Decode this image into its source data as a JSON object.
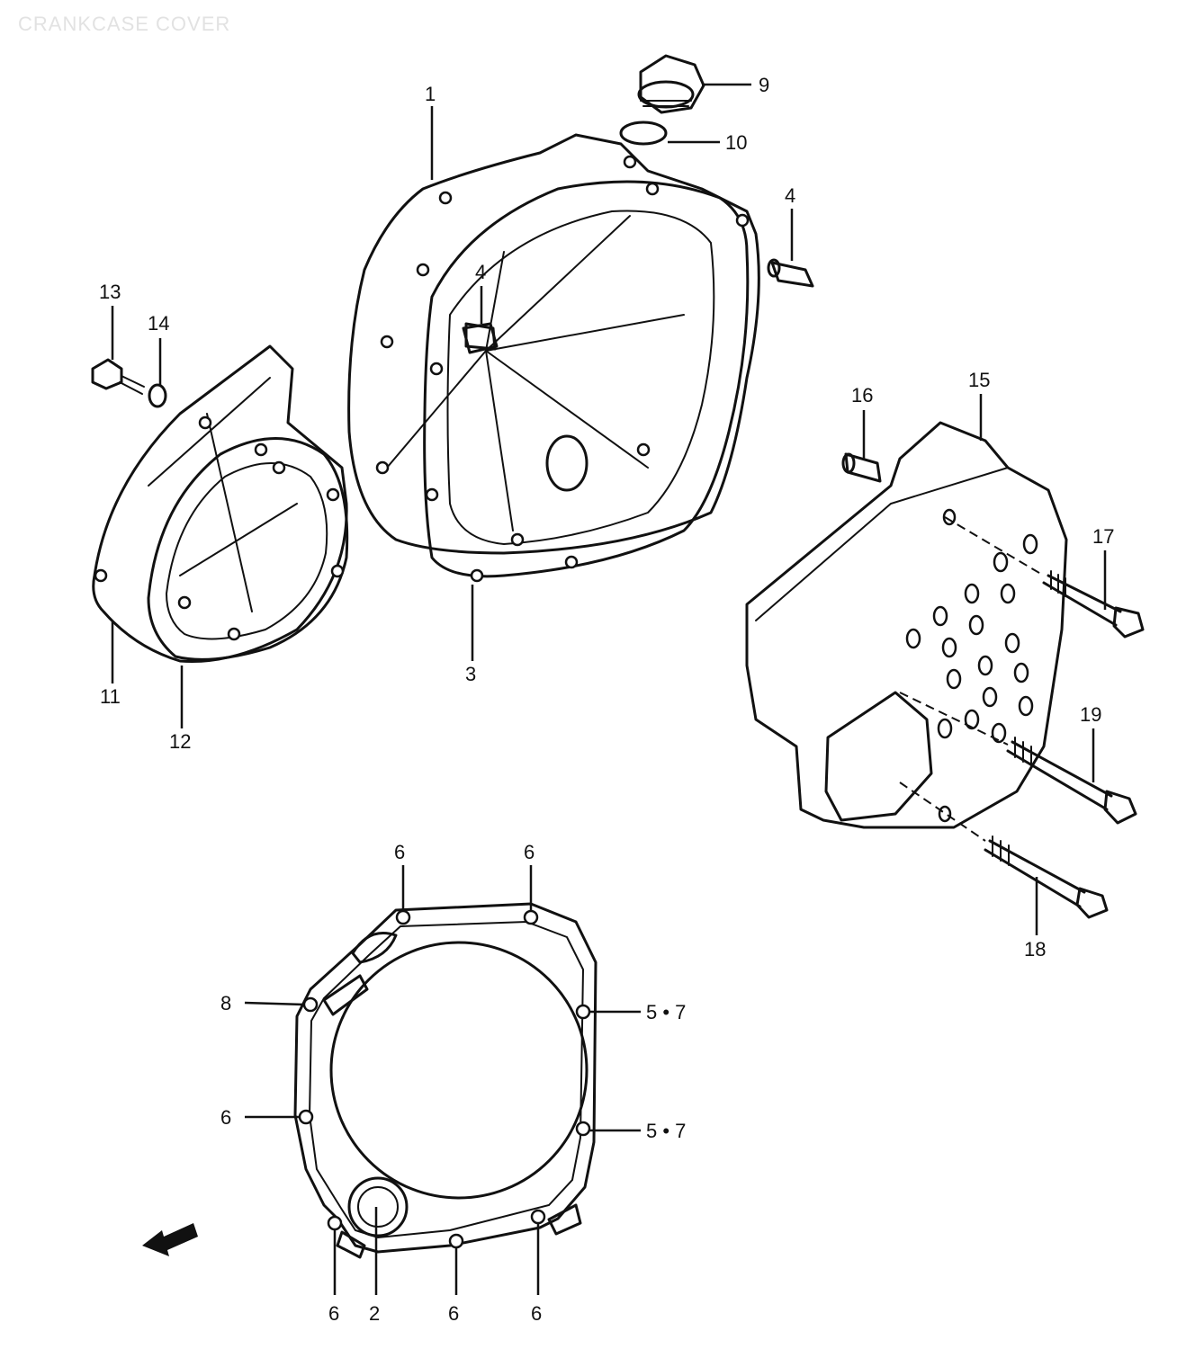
{
  "title": "CRANKCASE COVER",
  "callouts": [
    {
      "id": "c1",
      "label": "1"
    },
    {
      "id": "c2",
      "label": "2"
    },
    {
      "id": "c3",
      "label": "3"
    },
    {
      "id": "c4a",
      "label": "4"
    },
    {
      "id": "c4b",
      "label": "4"
    },
    {
      "id": "c5a",
      "label": "5 • 7"
    },
    {
      "id": "c5b",
      "label": "5 • 7"
    },
    {
      "id": "c6a",
      "label": "6"
    },
    {
      "id": "c6b",
      "label": "6"
    },
    {
      "id": "c6c",
      "label": "6"
    },
    {
      "id": "c6d",
      "label": "6"
    },
    {
      "id": "c6e",
      "label": "6"
    },
    {
      "id": "c6f",
      "label": "6"
    },
    {
      "id": "c8",
      "label": "8"
    },
    {
      "id": "c9",
      "label": "9"
    },
    {
      "id": "c10",
      "label": "10"
    },
    {
      "id": "c11",
      "label": "11"
    },
    {
      "id": "c12",
      "label": "12"
    },
    {
      "id": "c13",
      "label": "13"
    },
    {
      "id": "c14",
      "label": "14"
    },
    {
      "id": "c15",
      "label": "15"
    },
    {
      "id": "c16",
      "label": "16"
    },
    {
      "id": "c17",
      "label": "17"
    },
    {
      "id": "c18",
      "label": "18"
    },
    {
      "id": "c19",
      "label": "19"
    }
  ],
  "icons": {
    "front_arrow": "front-direction-arrow-icon"
  }
}
